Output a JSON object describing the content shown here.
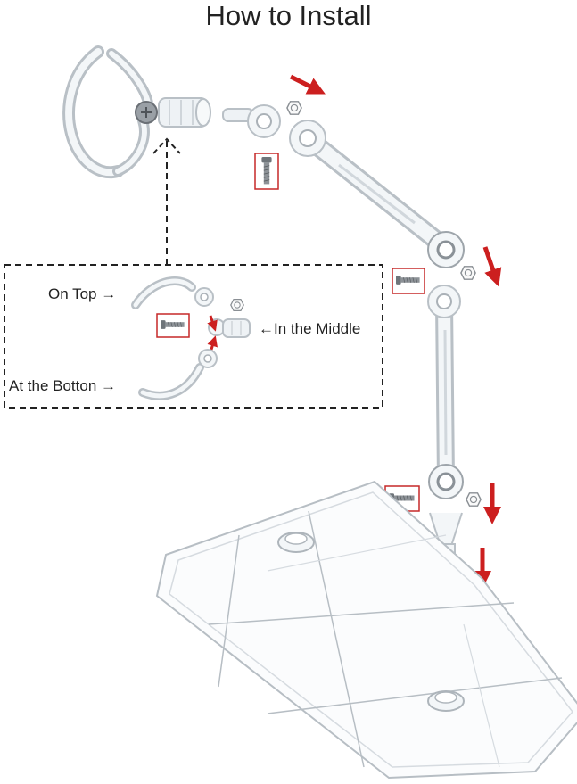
{
  "title": "How to Install",
  "callouts": {
    "on_top": "On Top →",
    "in_the_middle": "←In the Middle",
    "at_the_bottom": "At the Botton →"
  },
  "colors": {
    "accent_arrow": "#cc1f1f",
    "part_outline": "#b9c0c6",
    "part_fill": "#f3f6f8",
    "dashed": "#222222"
  },
  "icons": [
    "screw-icon",
    "hex-nut-icon",
    "red-arrow-icon",
    "dashed-arrow-icon"
  ]
}
